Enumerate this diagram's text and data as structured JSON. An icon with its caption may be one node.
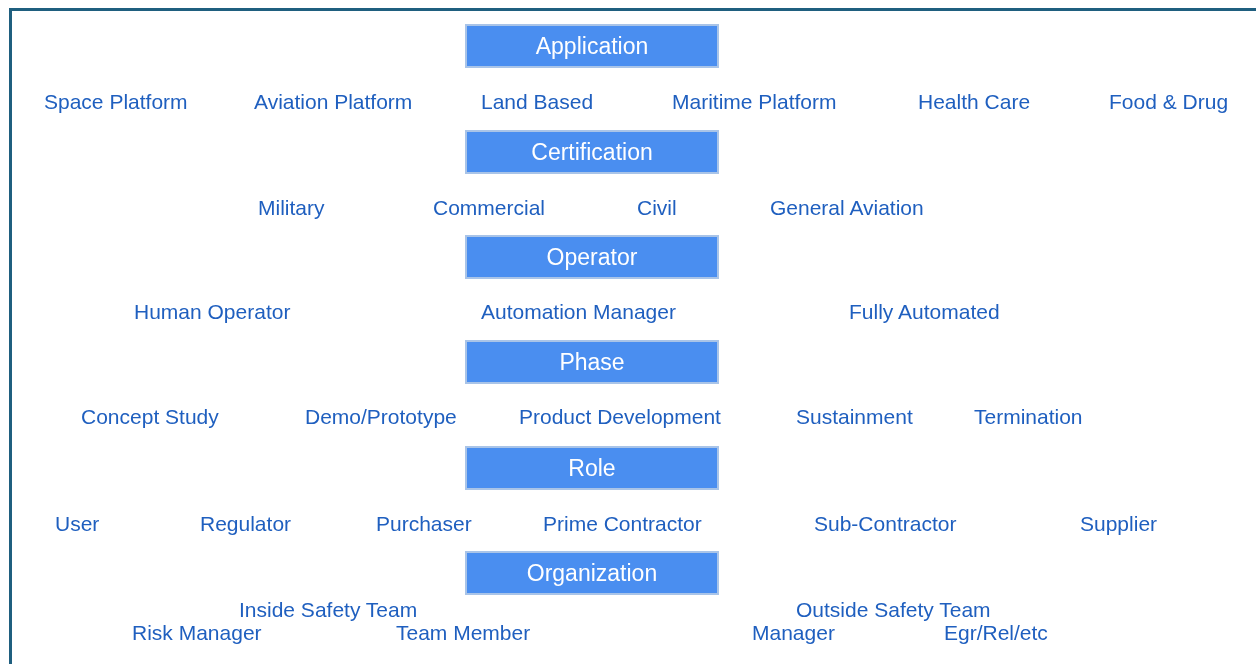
{
  "diagram": {
    "nodes": [
      {
        "text": [
          "Application"
        ]
      },
      {
        "text": [
          "Certification"
        ]
      },
      {
        "text": [
          "Operator"
        ]
      },
      {
        "text": [
          "Phase"
        ]
      },
      {
        "text": [
          "Role"
        ]
      },
      {
        "text": [
          "Organization"
        ]
      }
    ],
    "labels": [
      "Space Platform",
      "Aviation Platform",
      "Land Based",
      "Maritime Platform",
      "Health Care",
      "Food & Drug",
      "Military",
      "Commercial",
      "Civil",
      "General Aviation",
      "Human Operator",
      "Automation Manager",
      "Fully Automated",
      "Concept Study",
      "Demo/Prototype",
      "Product Development",
      "Sustainment",
      "Termination",
      "User",
      "Regulator",
      "Purchaser",
      "Prime Contractor",
      "Sub-Contractor",
      "Supplier",
      "Inside Safety Team",
      "Outside Safety Team",
      "Risk Manager",
      "Team Member",
      "Manager",
      "Egr/Rel/etc"
    ]
  }
}
